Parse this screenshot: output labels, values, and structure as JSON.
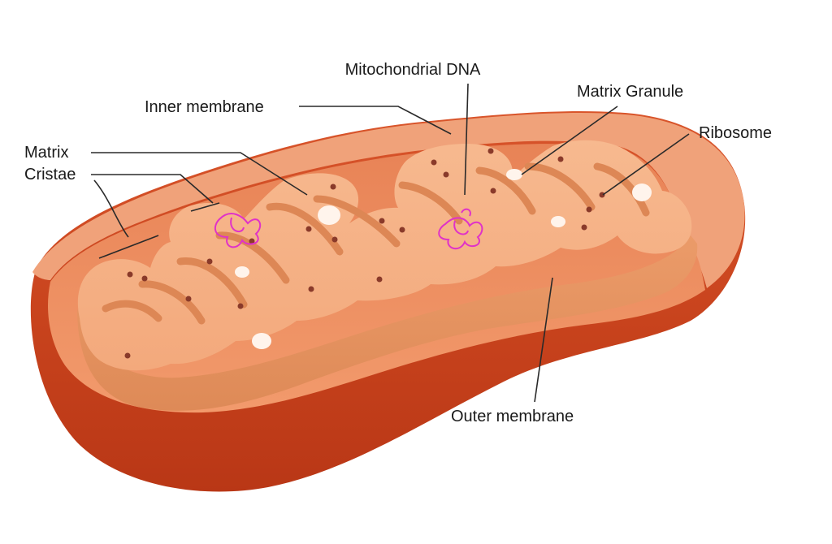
{
  "labels": {
    "mitochondrial_dna": "Mitochondrial DNA",
    "inner_membrane": "Inner membrane",
    "matrix_granule": "Matrix Granule",
    "ribosome": "Ribosome",
    "matrix": "Matrix",
    "cristae": "Cristae",
    "outer_membrane": "Outer membrane"
  },
  "colors": {
    "outer_membrane_dark": "#c4401b",
    "outer_membrane_mid": "#d9532a",
    "outer_membrane_rim": "#f2a07a",
    "intermembrane_space": "#ea8a5e",
    "inner_membrane": "#f6b085",
    "inner_membrane_side": "#e7925f",
    "ribosome_dot": "#8a3a2a",
    "matrix_granule": "#fff3ea",
    "dna_strand": "#e032c8"
  }
}
